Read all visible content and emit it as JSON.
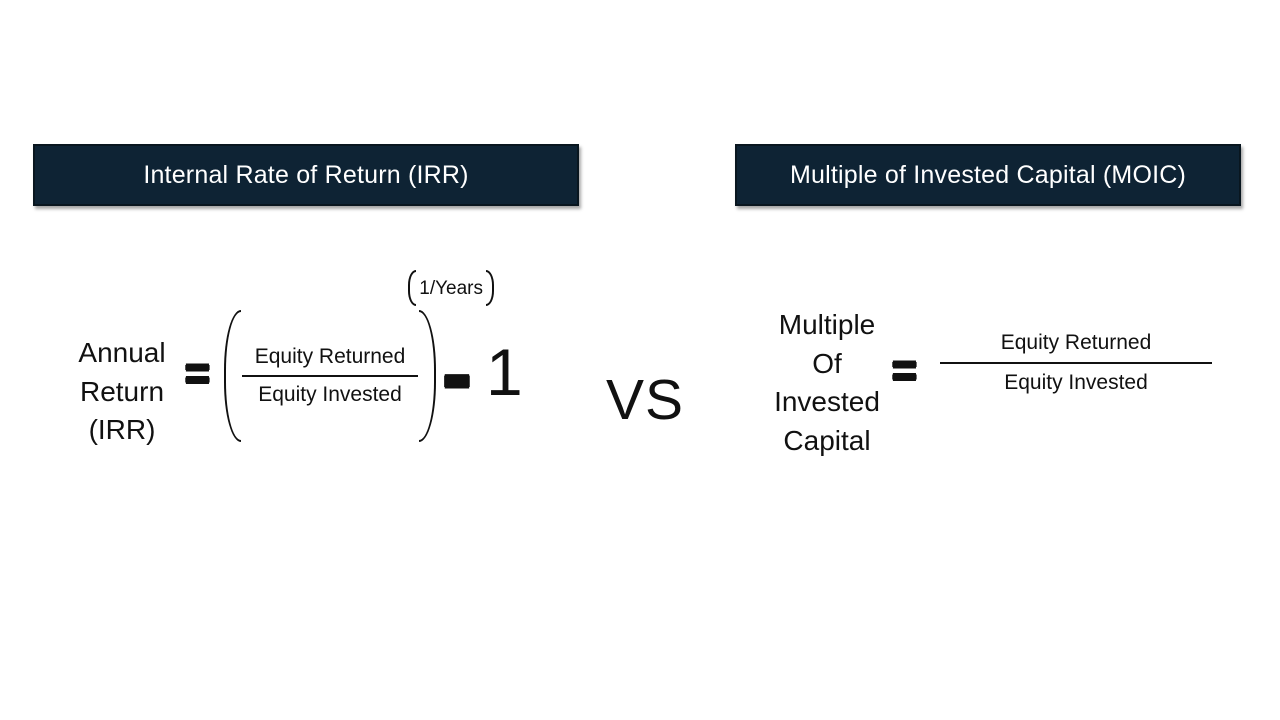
{
  "slide": {
    "left": {
      "header": "Internal Rate of Return (IRR)",
      "label_lines": [
        "Annual",
        "Return",
        "(IRR)"
      ],
      "equals": "=",
      "numerator": "Equity Returned",
      "denominator": "Equity Invested",
      "exponent": "1/Years",
      "minus": "-",
      "one": "1"
    },
    "vs": "VS",
    "right": {
      "header": "Multiple of Invested Capital (MOIC)",
      "label_lines": [
        "Multiple",
        "Of",
        "Invested",
        "Capital"
      ],
      "equals": "=",
      "numerator": "Equity Returned",
      "denominator": "Equity Invested"
    },
    "colors": {
      "header_bg": "#0e2334",
      "header_border": "#09161f",
      "header_text": "#ffffff",
      "formula_text": "#111111",
      "background": "#ffffff"
    }
  }
}
